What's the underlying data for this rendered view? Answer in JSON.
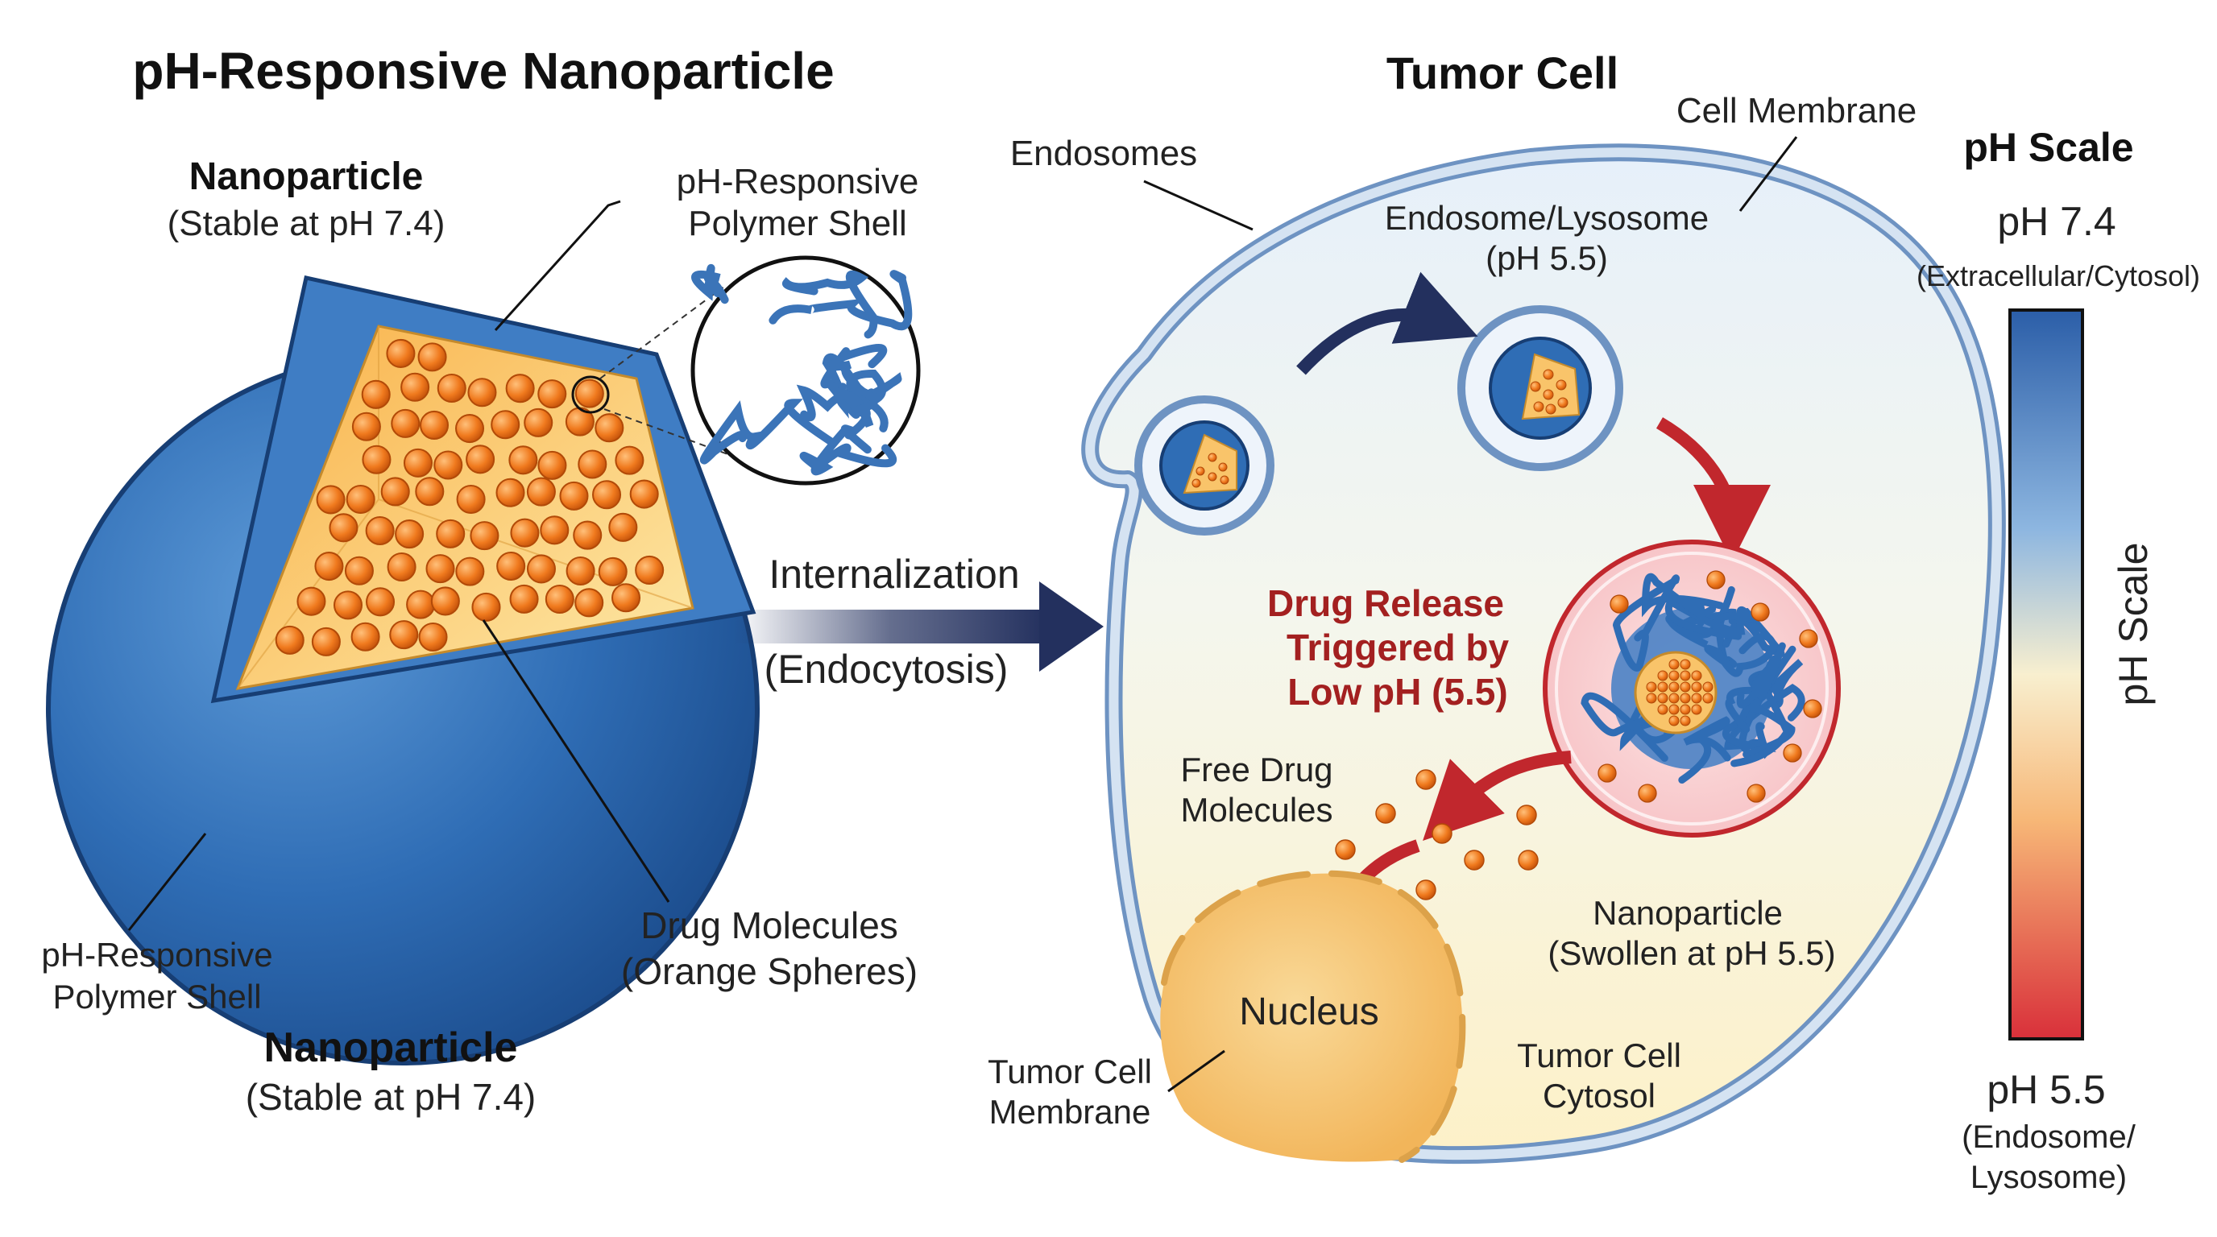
{
  "title": "pH-Responsive Nanoparticle",
  "nanoparticle_top": {
    "name": "Nanoparticle",
    "state": "(Stable at pH 7.4)"
  },
  "nanoparticle_bottom": {
    "name": "Nanoparticle",
    "state": "(Stable at pH 7.4)"
  },
  "shell_label_top": [
    "pH-Responsive",
    "Polymer Shell"
  ],
  "shell_label_bottom": [
    "pH-Responsive",
    "Polymer Shell"
  ],
  "drug_label": [
    "Drug Molecules",
    "(Orange Spheres)"
  ],
  "internalization": {
    "line1": "Internalization",
    "line2": "(Endocytosis)"
  },
  "cell": {
    "title": "Tumor Cell",
    "membrane_label": "Cell Membrane",
    "endosomes_label": "Endosomes",
    "endosome_lysosome": [
      "Endosome/Lysosome",
      "(pH 5.5)"
    ],
    "release": [
      "Drug Release",
      "Triggered by",
      "Low pH (5.5)"
    ],
    "free_drug": [
      "Free Drug",
      "Molecules"
    ],
    "swollen_np": [
      "Nanoparticle",
      "(Swollen at pH 5.5)"
    ],
    "nucleus": "Nucleus",
    "tumor_membrane": [
      "Tumor Cell",
      "Membrane"
    ],
    "cytosol": [
      "Tumor Cell",
      "Cytosol"
    ]
  },
  "ph_scale": {
    "title": "pH Scale",
    "top_value": "pH 7.4",
    "top_desc": "(Extracellular/Cytosol)",
    "axis_label": "pH Scale",
    "bottom_value": "pH 5.5",
    "bottom_desc": [
      "(Endosome/",
      "Lysosome)"
    ]
  },
  "colors": {
    "shell_blue": "#2f6db5",
    "core_yellow": "#fbd27a",
    "drug_orange": "#f07a1e",
    "arrow_navy": "#23305e",
    "arrow_red": "#c1272d",
    "release_text": "#a32020"
  }
}
